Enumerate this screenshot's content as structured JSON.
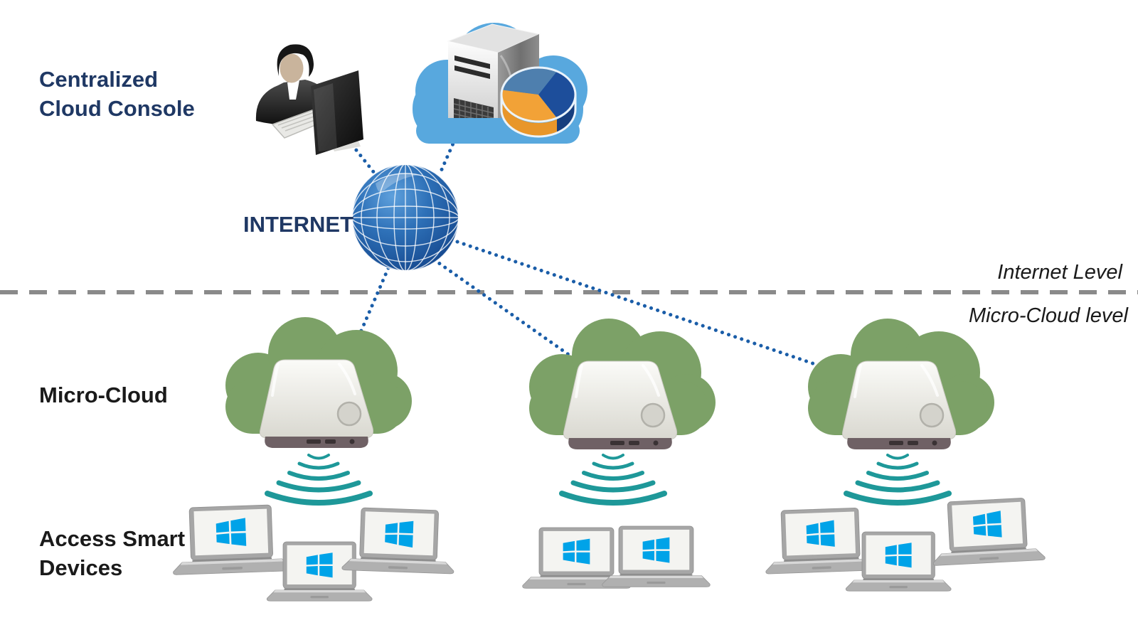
{
  "page": {
    "background": "#FFFFFF"
  },
  "labels": {
    "console_line1": "Centralized",
    "console_line2": "Cloud Console",
    "internet": "INTERNET",
    "internet_level": "Internet Level",
    "micro_cloud_level": "Micro-Cloud level",
    "micro_cloud": "Micro-Cloud",
    "devices_line1": "Access Smart",
    "devices_line2": "Devices"
  },
  "icons": {
    "admin": "admin-at-computer-icon",
    "cloud_server": "cloud-server-pie-icon",
    "globe": "internet-globe-icon",
    "micro_cloud": "micro-cloud-appliance-icon",
    "wifi": "wifi-signal-icon",
    "laptop": "windows-laptop-icon"
  },
  "colors": {
    "heading_navy": "#1F3864",
    "text_black": "#1A1A1A",
    "connection_blue": "#1A5DA8",
    "separator_gray": "#8A8A8A",
    "cloud_blue": "#58A8DE",
    "globe_blue": "#2E71B8",
    "micro_cloud_green": "#7CA167",
    "wifi_teal": "#1E9899",
    "windows_blue": "#00A3E8",
    "laptop_gray": "#A6A6A6",
    "pie_orange": "#F2A237",
    "pie_navy": "#1D4E9B",
    "pie_steel": "#4E7FAE"
  },
  "connections": [
    {
      "from": "admin-console",
      "to": "internet"
    },
    {
      "from": "cloud-server",
      "to": "internet"
    },
    {
      "from": "internet",
      "to": "micro-cloud-1"
    },
    {
      "from": "internet",
      "to": "micro-cloud-2"
    },
    {
      "from": "internet",
      "to": "micro-cloud-3"
    }
  ],
  "clusters": [
    {
      "name": "micro-cloud-1",
      "laptop_count": 3
    },
    {
      "name": "micro-cloud-2",
      "laptop_count": 2
    },
    {
      "name": "micro-cloud-3",
      "laptop_count": 3
    }
  ]
}
